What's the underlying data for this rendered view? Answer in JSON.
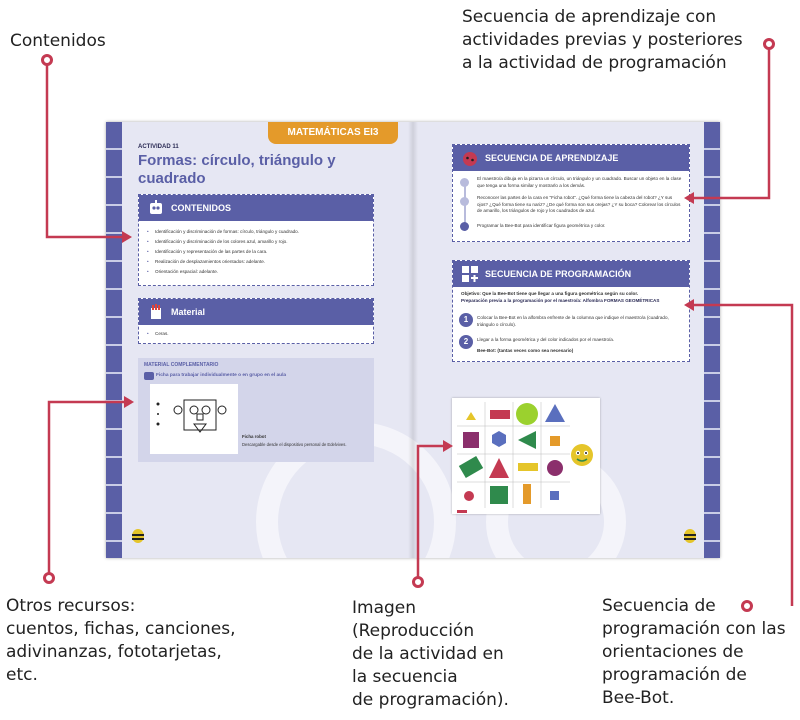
{
  "annotations": {
    "contenidos": "Contenidos",
    "secuencia_aprendizaje": "Secuencia de aprendizaje con\nactividades previas y posteriores\na la actividad de programación",
    "otros_recursos": "Otros recursos:\ncuentos, fichas, canciones,\nadivinanzas, fototarjetas,\netc.",
    "imagen": "Imagen\n(Reproducción\nde la actividad en\nla secuencia\nde programación).",
    "secuencia_programacion": "Secuencia de\nprogramación con las\norientaciones de\nprogramación de\nBee-Bot."
  },
  "page": {
    "tab_label": "MATEMÁTICAS EI3",
    "activity_label": "ACTIVIDAD 11",
    "title": "Formas: círculo, triángulo y cuadrado",
    "contenidos": {
      "heading": "CONTENIDOS",
      "items": [
        "Identificación y discriminación de formas: círculo, triángulo y cuadrado.",
        "Identificación y discriminación de los colores azul, amarillo y rojo.",
        "Identificación y representación de las partes de la cara.",
        "Realización de desplazamientos orientados: adelante.",
        "Orientación espacial: adelante."
      ]
    },
    "material": {
      "heading": "Material",
      "items": [
        "Ceras."
      ]
    },
    "material_complementario": {
      "heading": "MATERIAL COMPLEMENTARIO",
      "subheading": "Ficha para trabajar individualmente o en grupo en el aula",
      "ficha_label": "Ficha robot",
      "ficha_note": "Descargable desde el dispositivo personal de Edelvives."
    },
    "secuencia_aprendizaje": {
      "heading": "SECUENCIA DE APRENDIZAJE",
      "steps": [
        "El maestro/a dibuja en la pizarra un círculo, un triángulo y un cuadrado. Buscar un objeto en la clase que tenga una forma similar y mostrarlo a los demás.",
        "Reconocer las partes de la cara en \"Ficha robot\". ¿Qué forma tiene la cabeza del robot? ¿Y sus ojos? ¿Qué forma tiene su nariz? ¿De qué forma son sus orejas? ¿Y su boca? Colorear los círculos de amarillo, los triángulos de rojo y los cuadrados de azul.",
        "Programar la Bee-Bot para identificar figura geométrica y color."
      ]
    },
    "secuencia_programacion": {
      "heading": "SECUENCIA DE PROGRAMACIÓN",
      "objective": "Objetivo: Que la Bee-Bot tiene que llegar a una figura geométrica según su color.",
      "preparation": "Preparación previa a la programación por el maestro/a: Alfombra FORMAS GEOMÉTRICAS",
      "steps": [
        "Colocar la Bee-Bot en la alfombra enfrente de la columna que indique el maestro/a (cuadrado, triángulo o círculo).",
        "Llegar a la forma geométrica y del color indicados por el maestro/a."
      ],
      "beebot_line": "Bee-Bot: (tantas veces como sea necesario)"
    }
  },
  "colors": {
    "accent_purple": "#5a5fa6",
    "tab_orange": "#e49a2a",
    "leader_red": "#c43a52",
    "page_bg": "#e6e7f3"
  }
}
